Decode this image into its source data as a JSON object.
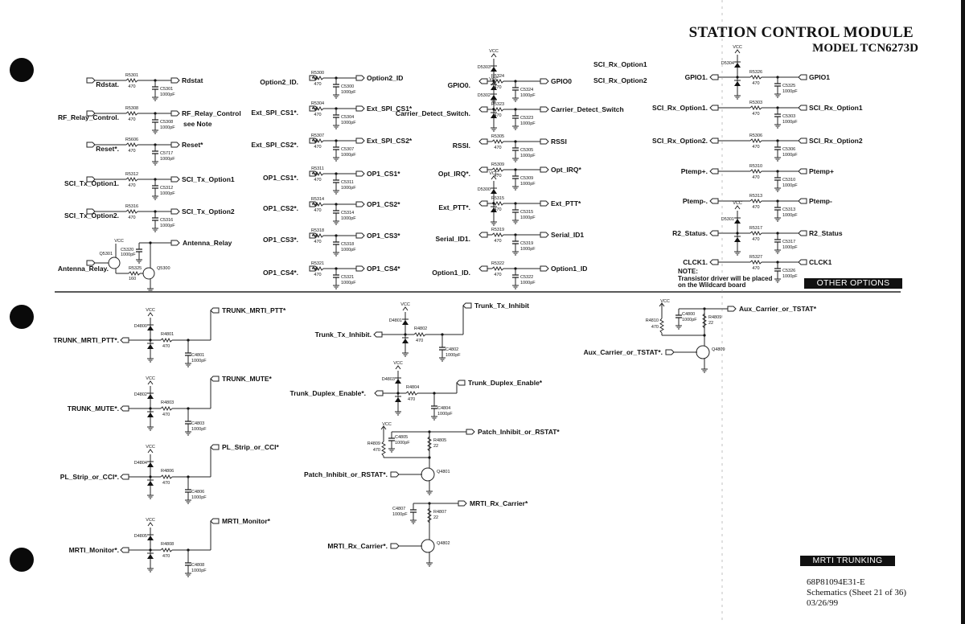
{
  "header": {
    "title": "STATION CONTROL MODULE",
    "model": "MODEL TCN6273D"
  },
  "block_labels": {
    "other_options": "OTHER OPTIONS",
    "mrti_trunking": "MRTI TRUNKING"
  },
  "footer": {
    "doc_number": "68P81094E31-E",
    "sheet": "Schematics (Sheet 21 of 36)",
    "date": "03/26/99"
  },
  "note": {
    "title": "NOTE:",
    "line1": "Transistor driver will be placed",
    "line2": "on the Wildcard board"
  },
  "vcc_label": "VCC",
  "see_note": "see Note",
  "extra_labels": [
    "SCI_Rx_Option1",
    "SCI_Rx_Option2"
  ],
  "filters": [
    {
      "col": 0,
      "in": "Rdstat.",
      "out": "Rdstat",
      "r": "R5301",
      "rv": "470",
      "c": "C5301",
      "cv": "1000pF",
      "diode": null
    },
    {
      "col": 0,
      "in": "RF_Relay_Control.",
      "out": "RF_Relay_Control",
      "r": "R5308",
      "rv": "470",
      "c": "C5308",
      "cv": "1000pF",
      "diode": null,
      "see_note": true
    },
    {
      "col": 0,
      "in": "Reset*.",
      "out": "Reset*",
      "r": "R5606",
      "rv": "470",
      "c": "C5717",
      "cv": "1000pF",
      "diode": null
    },
    {
      "col": 0,
      "in": "SCI_Tx_Option1.",
      "out": "SCI_Tx_Option1",
      "r": "R5312",
      "rv": "470",
      "c": "C5312",
      "cv": "1000pF",
      "diode": null
    },
    {
      "col": 0,
      "in": "SCI_Tx_Option2.",
      "out": "SCI_Tx_Option2",
      "r": "R5316",
      "rv": "470",
      "c": "C5316",
      "cv": "1000pF",
      "diode": null
    },
    {
      "col": 1,
      "in": "Option2_ID.",
      "out": "Option2_ID",
      "r": "R5300",
      "rv": "470",
      "c": "C5300",
      "cv": "1000pF",
      "diode": null
    },
    {
      "col": 1,
      "in": "Ext_SPI_CS1*.",
      "out": "Ext_SPI_CS1*",
      "r": "R5304",
      "rv": "470",
      "c": "C5304",
      "cv": "1000pF",
      "diode": null
    },
    {
      "col": 1,
      "in": "Ext_SPI_CS2*.",
      "out": "Ext_SPI_CS2*",
      "r": "R5307",
      "rv": "470",
      "c": "C5307",
      "cv": "1000pF",
      "diode": null
    },
    {
      "col": 1,
      "in": "OP1_CS1*.",
      "out": "OP1_CS1*",
      "r": "R5311",
      "rv": "470",
      "c": "C5311",
      "cv": "1000pF",
      "diode": null
    },
    {
      "col": 1,
      "in": "OP1_CS2*.",
      "out": "OP1_CS2*",
      "r": "R5314",
      "rv": "470",
      "c": "C5314",
      "cv": "1000pF",
      "diode": null
    },
    {
      "col": 1,
      "in": "OP1_CS3*.",
      "out": "OP1_CS3*",
      "r": "R5318",
      "rv": "470",
      "c": "C5318",
      "cv": "1000pF",
      "diode": null
    },
    {
      "col": 1,
      "in": "OP1_CS4*.",
      "out": "OP1_CS4*",
      "r": "R5321",
      "rv": "470",
      "c": "C5321",
      "cv": "1000pF",
      "diode": null
    },
    {
      "col": 2,
      "in": "GPIO0.",
      "out": "GPIO0",
      "r": "R5324",
      "rv": "470",
      "c": "C5324",
      "cv": "1000pF",
      "diode": "D5303"
    },
    {
      "col": 2,
      "in": "Carrier_Detect_Switch.",
      "out": "Carrier_Detect_Switch",
      "r": "R5323",
      "rv": "470",
      "c": "C5323",
      "cv": "1000pF",
      "diode": "D5302"
    },
    {
      "col": 2,
      "in": "RSSI.",
      "out": "RSSI",
      "r": "R5305",
      "rv": "470",
      "c": "C5305",
      "cv": "1000pF",
      "diode": null
    },
    {
      "col": 2,
      "in": "Opt_IRQ*.",
      "out": "Opt_IRQ*",
      "r": "R5309",
      "rv": "470",
      "c": "C5309",
      "cv": "1000pF",
      "diode": null
    },
    {
      "col": 2,
      "in": "Ext_PTT*.",
      "out": "Ext_PTT*",
      "r": "R5315",
      "rv": "470",
      "c": "C5315",
      "cv": "1000pF",
      "diode": "D5300"
    },
    {
      "col": 2,
      "in": "Serial_ID1.",
      "out": "Serial_ID1",
      "r": "R5319",
      "rv": "470",
      "c": "C5319",
      "cv": "1000pF",
      "diode": null
    },
    {
      "col": 2,
      "in": "Option1_ID.",
      "out": "Option1_ID",
      "r": "R5322",
      "rv": "470",
      "c": "C5322",
      "cv": "1000pF",
      "diode": null
    },
    {
      "col": 3,
      "in": "GPIO1.",
      "out": "GPIO1",
      "r": "R5326",
      "rv": "470",
      "c": "C5325",
      "cv": "1000pF",
      "diode": "D5304"
    },
    {
      "col": 3,
      "in": "SCI_Rx_Option1.",
      "out": "SCI_Rx_Option1",
      "r": "R5303",
      "rv": "470",
      "c": "C5303",
      "cv": "1000pF",
      "diode": null
    },
    {
      "col": 3,
      "in": "SCI_Rx_Option2.",
      "out": "SCI_Rx_Option2",
      "r": "R5306",
      "rv": "470",
      "c": "C5306",
      "cv": "1000pF",
      "diode": null
    },
    {
      "col": 3,
      "in": "Ptemp+.",
      "out": "Ptemp+",
      "r": "R5310",
      "rv": "470",
      "c": "C5310",
      "cv": "1000pF",
      "diode": null
    },
    {
      "col": 3,
      "in": "Ptemp-.",
      "out": "Ptemp-",
      "r": "R5313",
      "rv": "470",
      "c": "C5313",
      "cv": "1000pF",
      "diode": null
    },
    {
      "col": 3,
      "in": "R2_Status.",
      "out": "R2_Status",
      "r": "R5317",
      "rv": "470",
      "c": "C5317",
      "cv": "1000pF",
      "diode": "D5301"
    },
    {
      "col": 3,
      "in": "CLCK1.",
      "out": "CLCK1",
      "r": "R5327",
      "rv": "470",
      "c": "C5326",
      "cv": "1000pF",
      "diode": null
    }
  ],
  "antenna_relay": {
    "in": "Antenna_Relay.",
    "out": "Antenna_Relay",
    "q1": "Q5301",
    "q2": "Q5300",
    "r": "R5325",
    "rv": "160",
    "c": "C5320",
    "cv": "1000pF"
  },
  "trunk_filters": [
    {
      "in": "TRUNK_MRTI_PTT*.",
      "out": "TRUNK_MRTI_PTT*",
      "diode": "D4800",
      "r": "R4801",
      "rv": "470",
      "c": "C4801",
      "cv": "1000pF"
    },
    {
      "in": "TRUNK_MUTE*.",
      "out": "TRUNK_MUTE*",
      "diode": "D4802",
      "r": "R4803",
      "rv": "470",
      "c": "C4803",
      "cv": "1000pF"
    },
    {
      "in": "PL_Strip_or_CCI*.",
      "out": "PL_Strip_or_CCI*",
      "diode": "D4804",
      "r": "R4806",
      "rv": "470",
      "c": "C4806",
      "cv": "1000pF"
    },
    {
      "in": "MRTI_Monitor*.",
      "out": "MRTI_Monitor*",
      "diode": "D4805",
      "r": "R4808",
      "rv": "470",
      "c": "C4808",
      "cv": "1000pF"
    },
    {
      "in": "Trunk_Tx_Inhibit.",
      "out": "Trunk_Tx_Inhibit",
      "diode": "D4801",
      "r": "R4802",
      "rv": "470",
      "c": "C4802",
      "cv": "1000pF"
    },
    {
      "in": "Trunk_Duplex_Enable*.",
      "out": "Trunk_Duplex_Enable*",
      "diode": "D4803",
      "r": "R4804",
      "rv": "470",
      "c": "C4804",
      "cv": "1000pF"
    }
  ],
  "transistor_drivers": [
    {
      "in": "Patch_Inhibit_or_RSTAT*.",
      "out": "Patch_Inhibit_or_RSTAT*",
      "q": "Q4801",
      "rc": "R4805",
      "rcv": "22",
      "rp": "R4809",
      "rpv": "470",
      "c": "C4805",
      "cv": "1000pF"
    },
    {
      "in": "MRTI_Rx_Carrier*.",
      "out": "MRTI_Rx_Carrier*",
      "q": "Q4802",
      "rc": "R4807",
      "rcv": "22",
      "rp": null,
      "rpv": null,
      "c": "C4807",
      "cv": "1000pF"
    },
    {
      "in": "Aux_Carrier_or_TSTAT*.",
      "out": "Aux_Carrier_or_TSTAT*",
      "q": "Q4809",
      "rc": "R4809",
      "rcv": "22",
      "rp": "R4810",
      "rpv": "470",
      "c": "C4800",
      "cv": "1000pF"
    }
  ]
}
